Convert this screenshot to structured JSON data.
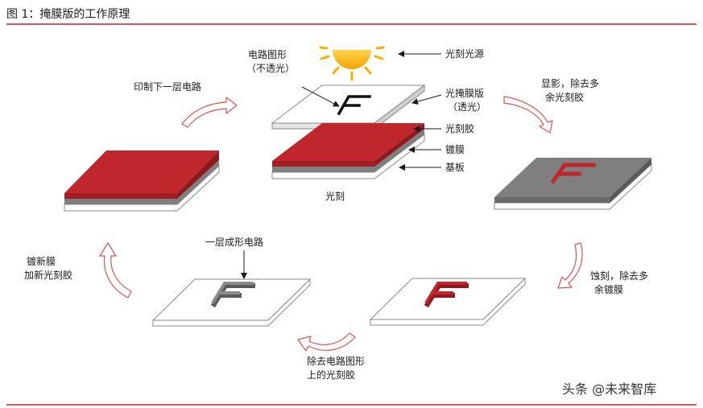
{
  "figure_title": "图 1：掩膜版的工作原理",
  "labels": {
    "circuit_pattern_1": "电路图形",
    "circuit_pattern_2": "（不透光）",
    "light_source": "光刻光源",
    "mask_1": "光掩膜版",
    "mask_2": "（透光）",
    "photoresist": "光刻胶",
    "coating": "镀膜",
    "substrate": "基板",
    "lithography": "光刻",
    "print_next": "印制下一层电路",
    "develop_1": "显影，除去多",
    "develop_2": "余光刻胶",
    "new_film_1": "镀新膜",
    "new_film_2": "加新光刻胶",
    "formed_circuit": "一层成形电路",
    "etch_1": "蚀刻，除去多",
    "etch_2": "余镀膜",
    "remove_pr_1": "除去电路图形",
    "remove_pr_2": "上的光刻胶"
  },
  "watermark": "头条 @未来智库",
  "colors": {
    "accent": "#c0272d",
    "gray": "#7f7f7f",
    "light_gray": "#b3b3b3",
    "arrow": "#d9534f"
  }
}
